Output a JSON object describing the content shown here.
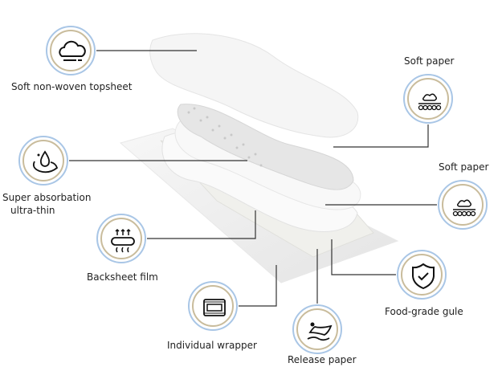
{
  "title": "Sanitary pad layer structure",
  "labels": {
    "topsheet": "Soft non-woven topsheet",
    "soft_paper_1": "Soft paper",
    "soft_paper_2": "Soft paper",
    "absorption_1": "Super absorbation",
    "absorption_2": "ultra-thin",
    "backsheet": "Backsheet film",
    "wrapper": "Individual wrapper",
    "release": "Release paper",
    "glue": "Food-grade gule"
  },
  "colors": {
    "ring_outer": "#a9c6e6",
    "ring_inner": "#c9bc9c",
    "line": "#333333"
  }
}
